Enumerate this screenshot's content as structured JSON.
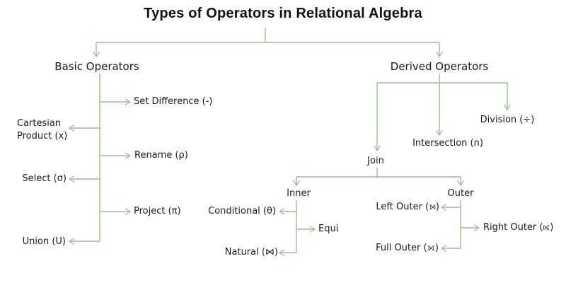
{
  "title": "Types of Operators in Relational Algebra",
  "colors": {
    "line": "#9cbd96",
    "text": "#1b1b1b",
    "background": "#ffffff"
  },
  "nodes": {
    "basic": "Basic Operators",
    "derived": "Derived Operators",
    "set_difference": "Set Difference (-)",
    "cartesian_product": "Cartesian Product (x)",
    "rename": "Rename (ρ)",
    "select": "Select (σ)",
    "project": "Project (π)",
    "union": "Union (U)",
    "division": "Division (÷)",
    "intersection": "Intersection (n)",
    "join": "Join",
    "inner": "Inner",
    "outer": "Outer",
    "conditional": "Conditional (θ)",
    "equi": "Equi",
    "natural": "Natural (⋈)",
    "left_outer": "Left Outer (⟕)",
    "right_outer": "Right Outer (⟖)",
    "full_outer": "Full Outer (⟗)"
  }
}
